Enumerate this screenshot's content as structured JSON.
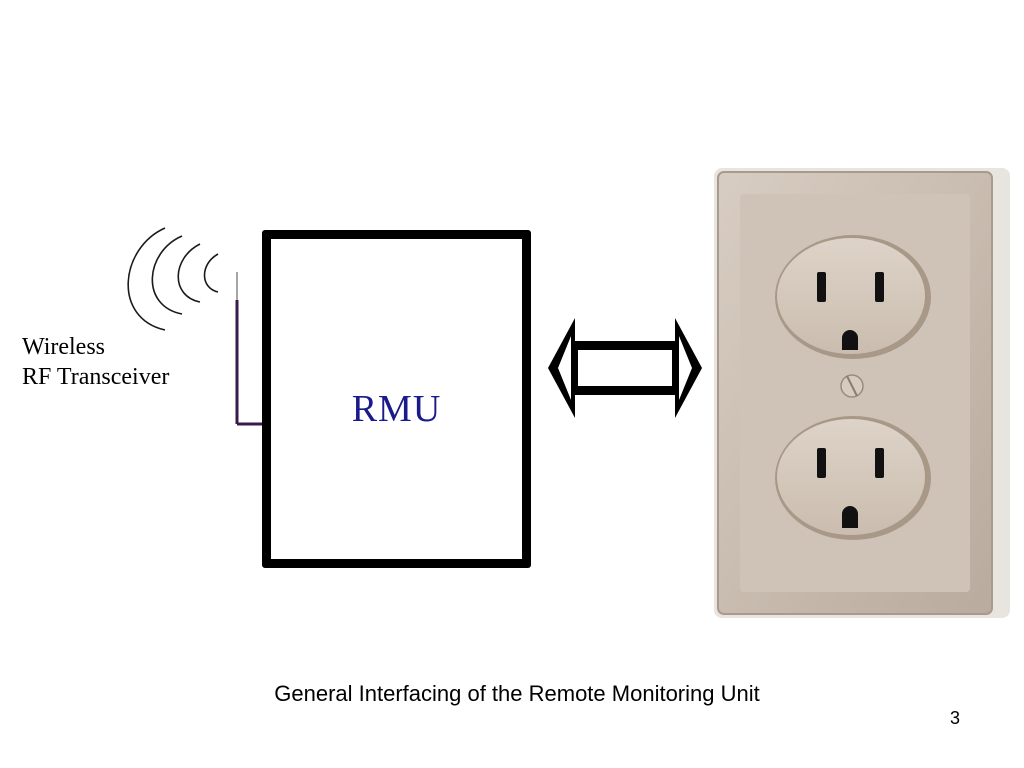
{
  "diagram": {
    "transceiver_label_line1": "Wireless",
    "transceiver_label_line2": "RF Transceiver",
    "unit_label": "RMU",
    "caption": "General Interfacing of the Remote Monitoring Unit",
    "page_number": "3"
  },
  "icons": {
    "signal": "wireless-signal-icon",
    "connector": "double-arrow-icon",
    "outlet": "power-outlet-icon"
  },
  "colors": {
    "unit_label": "#1a1a8c",
    "antenna": "#3a1a4a",
    "outlet_plate": "#c9bdb1"
  }
}
